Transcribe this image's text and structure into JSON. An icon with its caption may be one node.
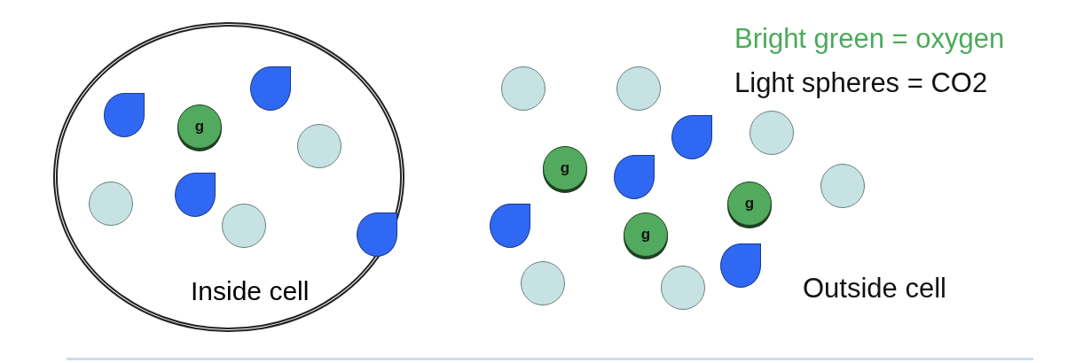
{
  "diagram": {
    "nodes": [
      {
        "text": [
          "Inside cell"
        ]
      },
      {
        "text": [],
        "shape": "drop",
        "in": 0
      },
      {
        "text": [
          "g"
        ],
        "in": 0
      },
      {
        "text": [],
        "shape": "drop",
        "in": 0
      },
      {
        "text": [],
        "shape": "circle",
        "in": 0
      },
      {
        "text": [],
        "shape": "circle",
        "in": 0
      },
      {
        "text": [],
        "shape": "drop",
        "in": 0
      },
      {
        "text": [],
        "shape": "circle",
        "in": 0
      },
      {
        "text": [],
        "shape": "drop",
        "in": 0
      },
      {
        "text": [],
        "shape": "circle"
      },
      {
        "text": [],
        "shape": "circle"
      },
      {
        "text": [],
        "shape": "drop"
      },
      {
        "text": [],
        "shape": "circle"
      },
      {
        "text": [
          "g"
        ]
      },
      {
        "text": [],
        "shape": "drop"
      },
      {
        "text": [],
        "shape": "circle"
      },
      {
        "text": [
          "g"
        ]
      },
      {
        "text": [],
        "shape": "drop"
      },
      {
        "text": [
          "g"
        ]
      },
      {
        "text": [],
        "shape": "drop"
      },
      {
        "text": [],
        "shape": "circle"
      },
      {
        "text": [],
        "shape": "circle"
      }
    ],
    "labels": [
      "Bright green = oxygen",
      "Light spheres = CO2",
      "Outside cell"
    ]
  }
}
